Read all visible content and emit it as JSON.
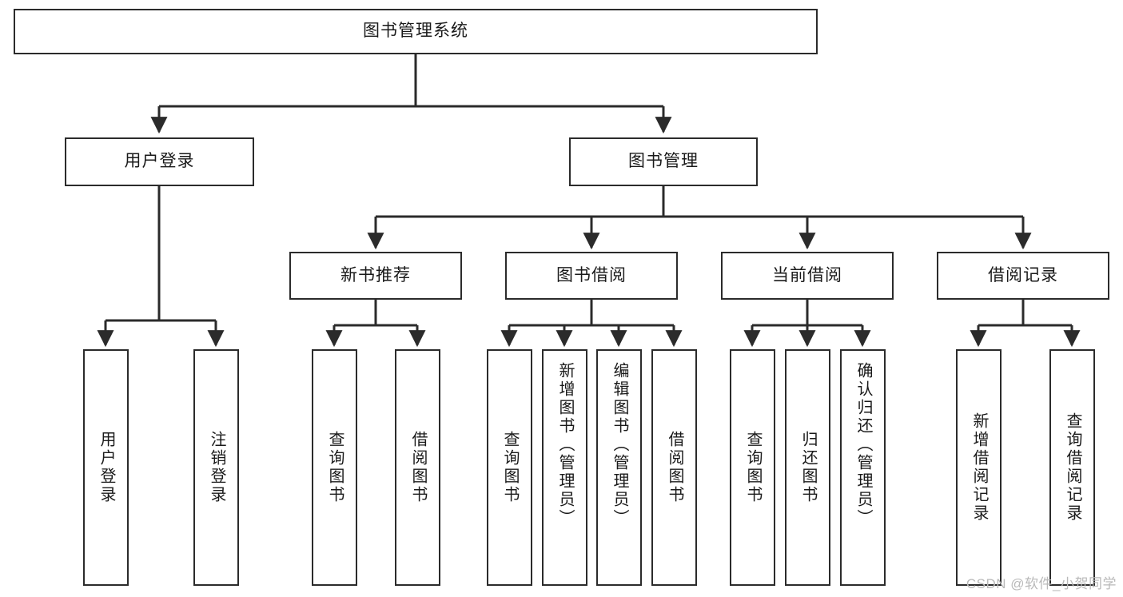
{
  "diagram": {
    "type": "tree-hierarchy",
    "title": "图书管理系统",
    "colors": {
      "box_border": "#2b2b2b",
      "box_fill": "#ffffff",
      "connector": "#2b2b2b",
      "text": "#1a1a1a",
      "watermark": "#b9b9b9",
      "background": "#ffffff"
    },
    "root": {
      "label": "图书管理系统"
    },
    "level1": [
      {
        "label": "用户登录"
      },
      {
        "label": "图书管理"
      }
    ],
    "level2": [
      {
        "label": "新书推荐"
      },
      {
        "label": "图书借阅"
      },
      {
        "label": "当前借阅"
      },
      {
        "label": "借阅记录"
      }
    ],
    "leaves": {
      "user_login": [
        {
          "label": "用户登录"
        },
        {
          "label": "注销登录"
        }
      ],
      "new_book_recommend": [
        {
          "label": "查询图书"
        },
        {
          "label": "借阅图书"
        }
      ],
      "book_borrow": [
        {
          "label": "查询图书"
        },
        {
          "label": "新增图书（管理员）"
        },
        {
          "label": "编辑图书（管理员）"
        },
        {
          "label": "借阅图书"
        }
      ],
      "current_borrow": [
        {
          "label": "查询图书"
        },
        {
          "label": "归还图书"
        },
        {
          "label": "确认归还（管理员）"
        }
      ],
      "borrow_record": [
        {
          "label": "新增借阅记录"
        },
        {
          "label": "查询借阅记录"
        }
      ]
    }
  },
  "watermark": {
    "text": "CSDN @软件_小贺同学"
  }
}
